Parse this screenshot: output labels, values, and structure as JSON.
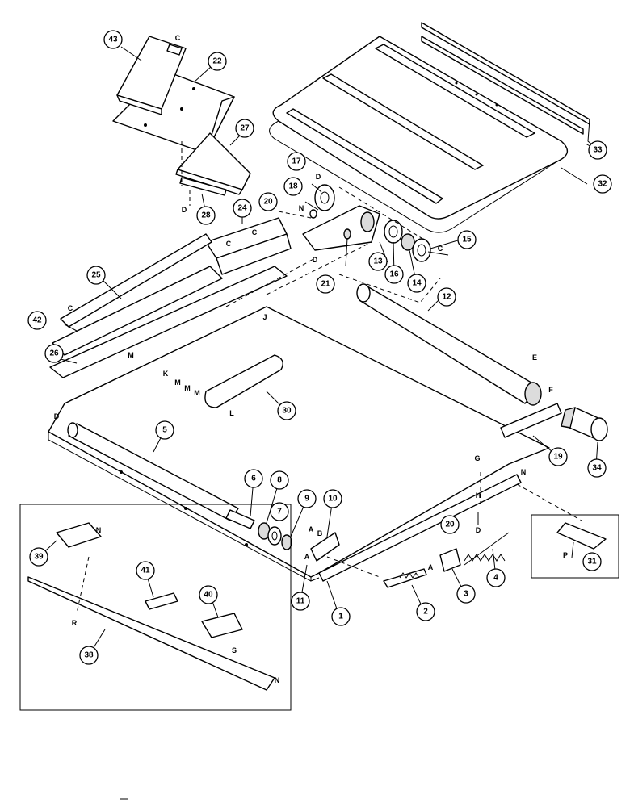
{
  "callouts": [
    {
      "n": "1"
    },
    {
      "n": "2"
    },
    {
      "n": "3"
    },
    {
      "n": "4"
    },
    {
      "n": "5"
    },
    {
      "n": "6"
    },
    {
      "n": "7"
    },
    {
      "n": "8"
    },
    {
      "n": "9"
    },
    {
      "n": "10"
    },
    {
      "n": "11"
    },
    {
      "n": "12"
    },
    {
      "n": "13"
    },
    {
      "n": "14"
    },
    {
      "n": "15"
    },
    {
      "n": "16"
    },
    {
      "n": "17"
    },
    {
      "n": "18"
    },
    {
      "n": "19"
    },
    {
      "n": "20"
    },
    {
      "n": "20"
    },
    {
      "n": "21"
    },
    {
      "n": "22"
    },
    {
      "n": "24"
    },
    {
      "n": "25"
    },
    {
      "n": "26"
    },
    {
      "n": "27"
    },
    {
      "n": "28"
    },
    {
      "n": "30"
    },
    {
      "n": "31"
    },
    {
      "n": "32"
    },
    {
      "n": "33"
    },
    {
      "n": "34"
    },
    {
      "n": "38"
    },
    {
      "n": "39"
    },
    {
      "n": "40"
    },
    {
      "n": "41"
    },
    {
      "n": "42"
    },
    {
      "n": "43"
    }
  ],
  "letters": [
    "C",
    "C",
    "C",
    "C",
    "C",
    "D",
    "D",
    "D",
    "D",
    "D",
    "E",
    "F",
    "G",
    "H",
    "J",
    "K",
    "L",
    "M",
    "M",
    "M",
    "M",
    "N",
    "N",
    "N",
    "N",
    "P",
    "R",
    "S",
    "A",
    "B",
    "A",
    "A"
  ]
}
